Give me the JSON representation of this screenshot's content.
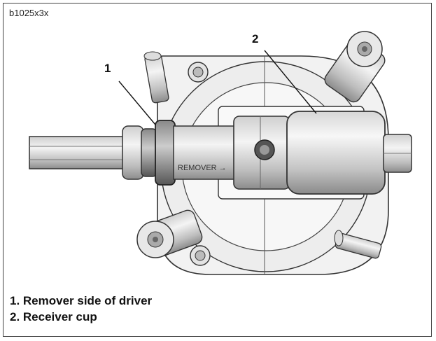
{
  "figure_code": "b1025x3x",
  "callouts": [
    {
      "number": "1"
    },
    {
      "number": "2"
    }
  ],
  "tool_marking": "REMOVER →",
  "legend": [
    "1. Remover side of driver",
    "2. Receiver cup"
  ]
}
